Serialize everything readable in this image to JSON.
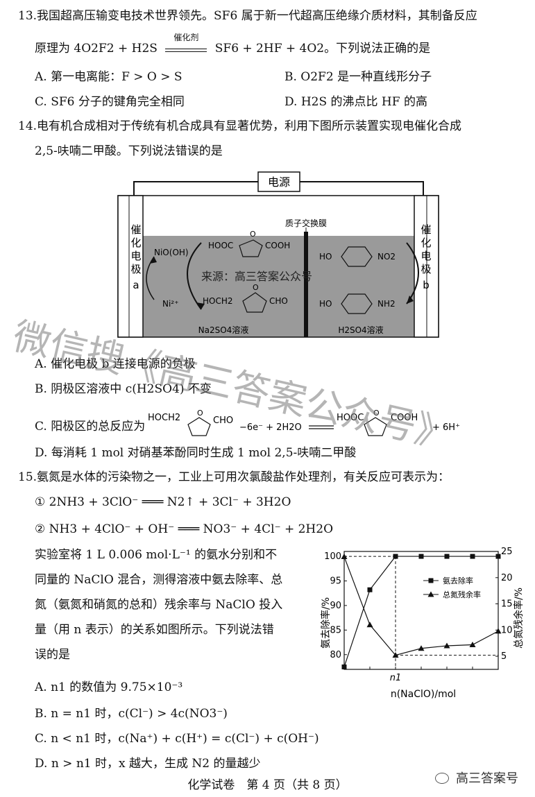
{
  "q13": {
    "stem1": "13.我国超高压输变电技术世界领先。SF6 属于新一代超高压绝缘介质材料，其制备反应",
    "stem2_prefix": "原理为 4O2F2 + H2S",
    "catalyst": "催化剂",
    "stem2_suffix": "SF6 + 2HF + 4O2。下列说法正确的是",
    "A": "A. 第一电离能：F > O > S",
    "B": "B. O2F2 是一种直线形分子",
    "C": "C. SF6 分子的键角完全相同",
    "D": "D. H2S 的沸点比 HF 的高"
  },
  "q14": {
    "stem1": "14.电有机合成相对于传统有机合成具有显著优势，利用下图所示装置实现电催化合成",
    "stem2": "2,5-呋喃二甲酸。下列说法错误的是",
    "figure": {
      "power": "电源",
      "membrane": "质子交换膜",
      "electrode_a": [
        "催",
        "化",
        "电",
        "极",
        "a"
      ],
      "electrode_b": [
        "催",
        "化",
        "电",
        "极",
        "b"
      ],
      "niooh": "NiO(OH)",
      "ni": "Ni²⁺",
      "left_solution": "Na2SO4溶液",
      "right_solution": "H2SO4溶液",
      "hooc_left": "HOOC",
      "cooh_right": "COOH",
      "hoch2": "HOCH2",
      "cho": "CHO",
      "ho_top": "HO",
      "no2": "NO2",
      "ho_bottom": "HO",
      "nh2": "NH2",
      "source_note": "来源：高三答案公众号"
    },
    "A": "A. 催化电极 b 连接电源的负极",
    "B": "B. 阴极区溶液中 c(H2SO4) 不变",
    "C_prefix": "C. 阳极区的总反应为",
    "C_eq_left": "HOCH2",
    "C_eq_cho": "CHO",
    "C_eq_mid": "−6e⁻ + 2H2O",
    "C_eq_hooc": "HOOC",
    "C_eq_cooh": "COOH",
    "C_eq_right": "+ 6H⁺",
    "D": "D. 每消耗 1 mol 对硝基苯酚同时生成 1 mol 2,5-呋喃二甲酸"
  },
  "q15": {
    "stem": "15.氨氮是水体的污染物之一，工业上可用次氯酸盐作处理剂，有关反应可表示为：",
    "eq1": "① 2NH3 + 3ClO⁻ ═══ N2↑ + 3Cl⁻ + 3H2O",
    "eq2": "② NH3 + 4ClO⁻ + OH⁻ ═══ NO3⁻ + 4Cl⁻ + 2H2O",
    "p1": "实验室将 1 L 0.006 mol·L⁻¹ 的氨水分别和不",
    "p2": "同量的 NaClO 混合，测得溶液中氨去除率、总",
    "p3": "氮（氨氮和硝氮的总和）残余率与 NaClO 投入",
    "p4": "量（用 n 表示）的关系如图所示。下列说法错",
    "p5": "误的是",
    "A": "A. n1 的数值为 9.75×10⁻³",
    "B": "B. n = n1 时，c(Cl⁻) > 4c(NO3⁻)",
    "C": "C. n < n1 时，c(Na⁺) + c(H⁺) = c(Cl⁻) + c(OH⁻)",
    "D": "D. n > n1 时，x 越大，生成 N2 的量越少"
  },
  "chart_data": {
    "type": "line",
    "xlabel": "n(NaClO)/mol",
    "x_tick_label": "n1",
    "ylabel_left": "氨去除率/%",
    "ylabel_right": "总氮残余率/%",
    "y_left_ticks": [
      "80",
      "85",
      "90",
      "95",
      "100"
    ],
    "y_right_ticks": [
      "5",
      "10",
      "15",
      "20",
      "25"
    ],
    "ylim_left": [
      77,
      101
    ],
    "ylim_right": [
      2.5,
      25
    ],
    "x": [
      0,
      1,
      2,
      3,
      4,
      5,
      6
    ],
    "series": [
      {
        "name": "氨去除率",
        "marker": "square",
        "axis": "left",
        "values": [
          77.5,
          93.2,
          100,
          100,
          100,
          100,
          100
        ]
      },
      {
        "name": "总氮残余率",
        "marker": "triangle",
        "axis": "right",
        "values": [
          24,
          11,
          5.2,
          6.5,
          7.0,
          7.2,
          9.8
        ]
      }
    ],
    "legend_placement": "top-right"
  },
  "watermark": "微信搜《高三答案公众号》",
  "footer": "化学试卷　第 4 页（共 8 页）",
  "wechat_badge": "高三答案号"
}
